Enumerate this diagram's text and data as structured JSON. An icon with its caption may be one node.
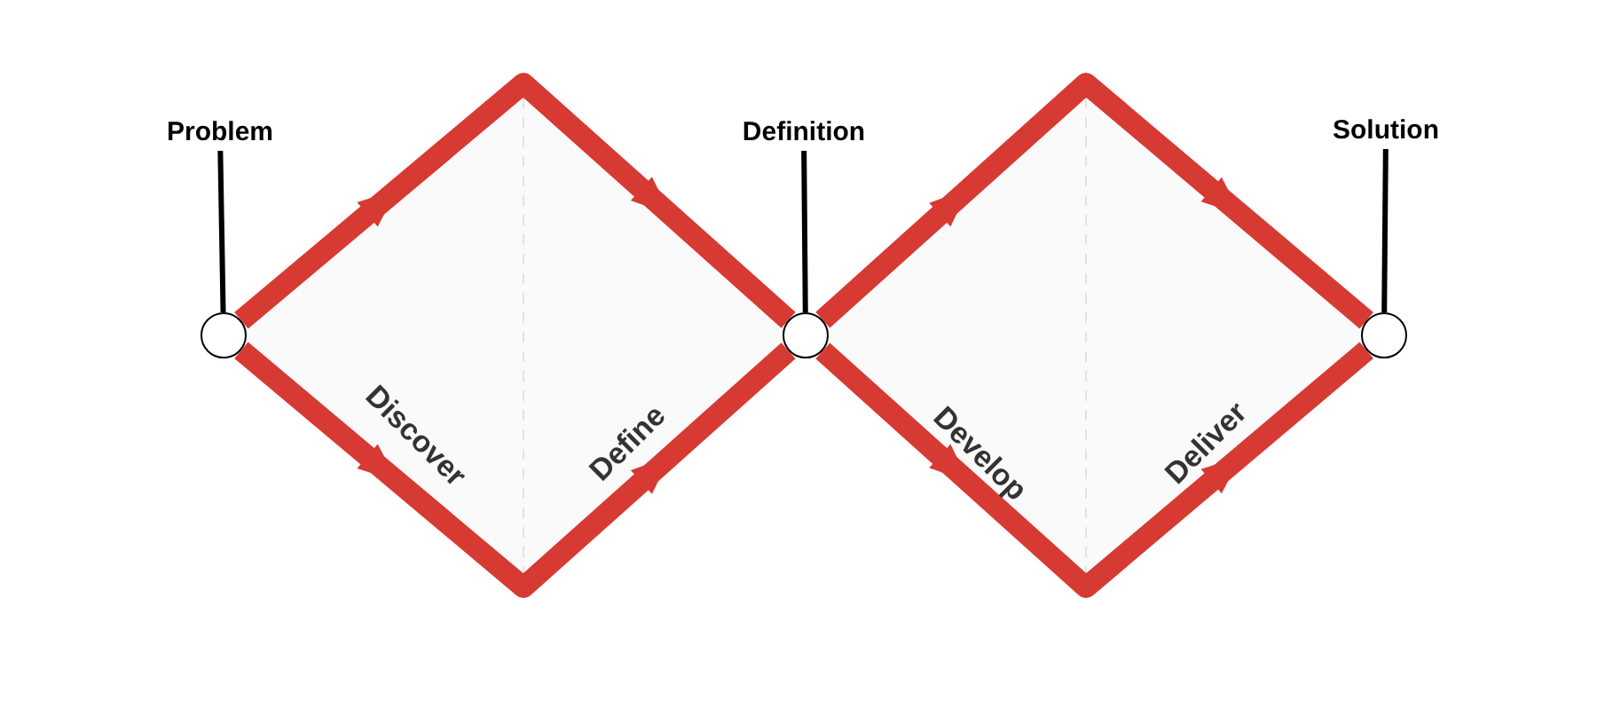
{
  "diagram": {
    "nodes": [
      {
        "text": [
          "Problem"
        ]
      },
      {
        "text": [
          "Definition"
        ]
      },
      {
        "text": [
          "Solution"
        ]
      },
      {
        "text": [],
        "shape": "circle"
      },
      {
        "text": [],
        "shape": "circle"
      },
      {
        "text": [],
        "shape": "circle"
      }
    ],
    "edges": [
      {
        "from": 0,
        "to": 3,
        "arrow": "none",
        "color": "#000000"
      },
      {
        "from": 1,
        "to": 4,
        "arrow": "none",
        "color": "#000000"
      },
      {
        "from": 2,
        "to": 5,
        "arrow": "none",
        "color": "#000000"
      },
      {
        "from": 3,
        "to": 4,
        "arrow": "to"
      },
      {
        "from": 3,
        "to": 4,
        "arrow": "to"
      },
      {
        "from": 4,
        "to": 5,
        "arrow": "to"
      },
      {
        "from": 4,
        "to": 5,
        "arrow": "to"
      }
    ],
    "labels": [
      "Discover",
      "Define",
      "Develop",
      "Deliver"
    ]
  }
}
